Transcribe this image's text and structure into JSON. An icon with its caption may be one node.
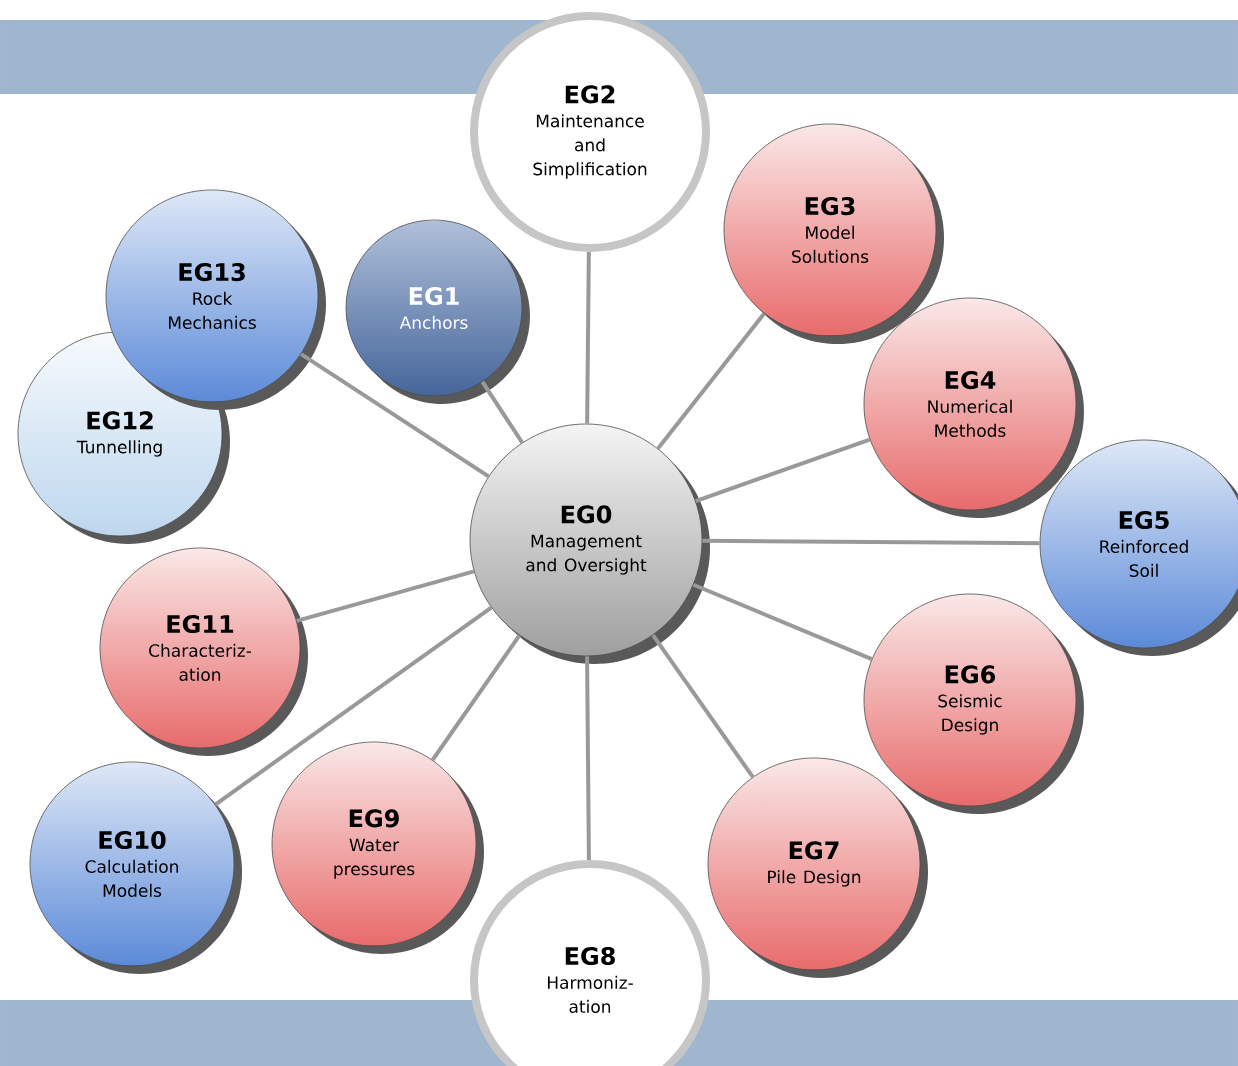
{
  "diagram": {
    "nodes": [
      {
        "text": [
          "EG0",
          "Management and Oversight"
        ]
      },
      {
        "text": [
          "EG1",
          "Anchors"
        ]
      },
      {
        "text": [
          "EG2",
          "Maintenance and Simplification"
        ]
      },
      {
        "text": [
          "EG3",
          "Model Solutions"
        ]
      },
      {
        "text": [
          "EG4",
          "Numerical Methods"
        ]
      },
      {
        "text": [
          "EG5",
          "Reinforced Soil"
        ]
      },
      {
        "text": [
          "EG6",
          "Seismic Design"
        ]
      },
      {
        "text": [
          "EG7",
          "Pile Design"
        ]
      },
      {
        "text": [
          "EG8",
          "Harmoniz- ation"
        ]
      },
      {
        "text": [
          "EG9",
          "Water pressures"
        ]
      },
      {
        "text": [
          "EG10",
          "Calculation Models"
        ]
      },
      {
        "text": [
          "EG11",
          "Characteriz- ation"
        ]
      },
      {
        "text": [
          "EG12",
          "Tunnelling"
        ]
      },
      {
        "text": [
          "EG13",
          "Rock Mechanics"
        ]
      }
    ],
    "edges": [
      {
        "from": 0,
        "to": 1,
        "arrow": "none"
      },
      {
        "from": 0,
        "to": 2,
        "arrow": "none"
      },
      {
        "from": 0,
        "to": 3,
        "arrow": "none"
      },
      {
        "from": 0,
        "to": 4,
        "arrow": "none"
      },
      {
        "from": 0,
        "to": 5,
        "arrow": "none"
      },
      {
        "from": 0,
        "to": 6,
        "arrow": "none"
      },
      {
        "from": 0,
        "to": 7,
        "arrow": "none"
      },
      {
        "from": 0,
        "to": 8,
        "arrow": "none"
      },
      {
        "from": 0,
        "to": 9,
        "arrow": "none"
      },
      {
        "from": 0,
        "to": 10,
        "arrow": "none"
      },
      {
        "from": 0,
        "to": 11,
        "arrow": "none"
      },
      {
        "from": 0,
        "to": 13,
        "arrow": "none"
      }
    ]
  }
}
